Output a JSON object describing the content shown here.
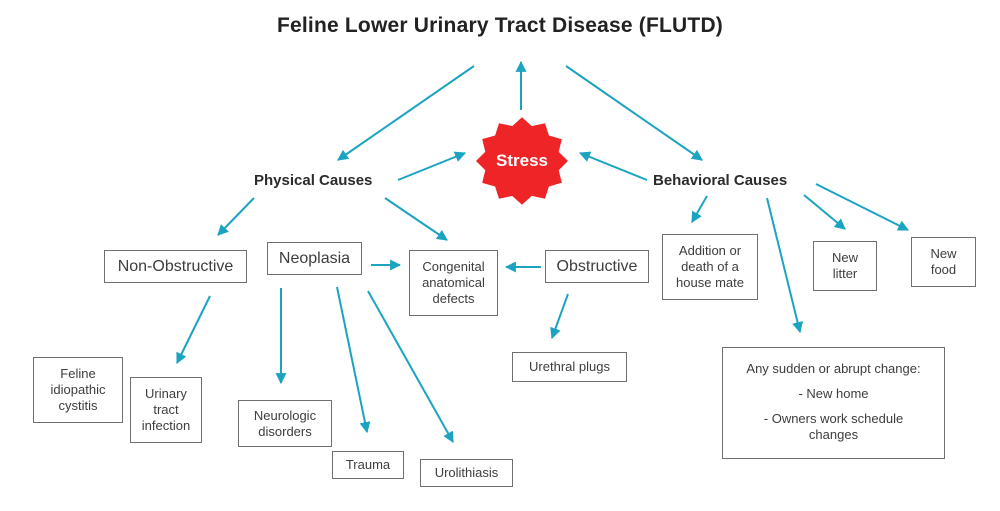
{
  "title": "Feline Lower Urinary Tract Disease (FLUTD)",
  "colors": {
    "arrow": "#1ba3c1",
    "stress": "#ee2427",
    "box_border": "#6f6f6f",
    "text": "#3a3a3a"
  },
  "center": {
    "label": "Stress",
    "shape": "starburst-badge"
  },
  "categories": {
    "physical": "Physical Causes",
    "behavioral": "Behavioral Causes"
  },
  "physical": {
    "non_obstructive": "Non-Obstructive",
    "neoplasia": "Neoplasia",
    "congenital": "Congenital\nanatomical\ndefects",
    "obstructive": "Obstructive",
    "fic": "Feline\nidiopathic\ncystitis",
    "uti": "Urinary\ntract\ninfection",
    "neurologic": "Neurologic\ndisorders",
    "trauma": "Trauma",
    "urolithiasis": "Urolithiasis",
    "urethral_plugs": "Urethral plugs"
  },
  "behavioral": {
    "housemate": "Addition or\ndeath of a\nhouse mate",
    "new_litter": "New\nlitter",
    "new_food": "New\nfood",
    "sudden_change": {
      "heading": "Any sudden or abrupt change:",
      "items": [
        "- New home",
        "- Owners work schedule\nchanges"
      ]
    }
  }
}
